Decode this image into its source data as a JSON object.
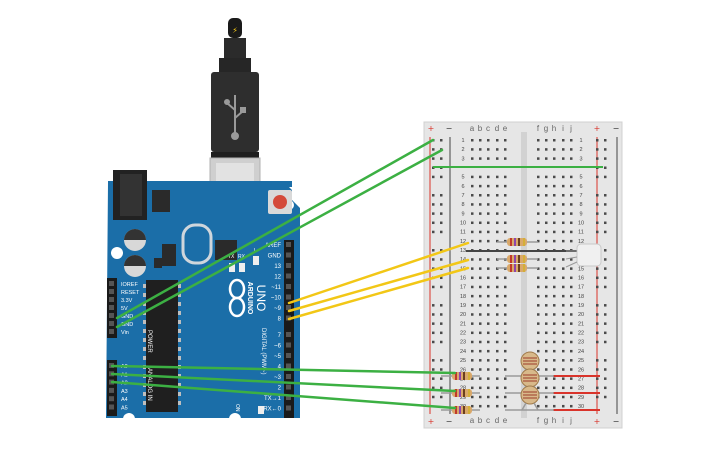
{
  "arduino": {
    "brand": "ARDUINO",
    "model": "UNO",
    "digital_label": "DIGITAL (PWM~)",
    "analog_label": "ANALOG IN",
    "power_label": "POWER",
    "on_label": "ON",
    "led_labels": [
      "L",
      "TX",
      "RX"
    ],
    "digital_pins": [
      "AREF",
      "GND",
      "13",
      "12",
      "~11",
      "~10",
      "~9",
      "8",
      "7",
      "~6",
      "~5",
      "4",
      "~3",
      "2",
      "TX→1",
      "RX←0"
    ],
    "power_pins": [
      "IOREF",
      "RESET",
      "3.3V",
      "5V",
      "GND",
      "GND",
      "Vin"
    ],
    "analog_pins": [
      "A0",
      "A1",
      "A2",
      "A3",
      "A4",
      "A5"
    ]
  },
  "usb": {
    "icon": "usb-plug-icon",
    "symbol": "⚡"
  },
  "breadboard": {
    "columns_left": [
      "a",
      "b",
      "c",
      "d",
      "e"
    ],
    "columns_right": [
      "f",
      "g",
      "h",
      "i",
      "j"
    ],
    "rows": [
      "1",
      "2",
      "3",
      "",
      "5",
      "6",
      "7",
      "8",
      "9",
      "10",
      "11",
      "12",
      "13",
      "14",
      "15",
      "16",
      "17",
      "18",
      "19",
      "20",
      "21",
      "22",
      "23",
      "24",
      "25",
      "26",
      "27",
      "28",
      "29",
      "30"
    ],
    "rail_plus": "+",
    "rail_minus": "−"
  },
  "colors": {
    "board": "#1b6ea8",
    "board_dark": "#145884",
    "wire_green": "#3cb043",
    "wire_yellow": "#f2c716",
    "rail_red": "#d9342b",
    "breadboard": "#e6e6e6"
  }
}
